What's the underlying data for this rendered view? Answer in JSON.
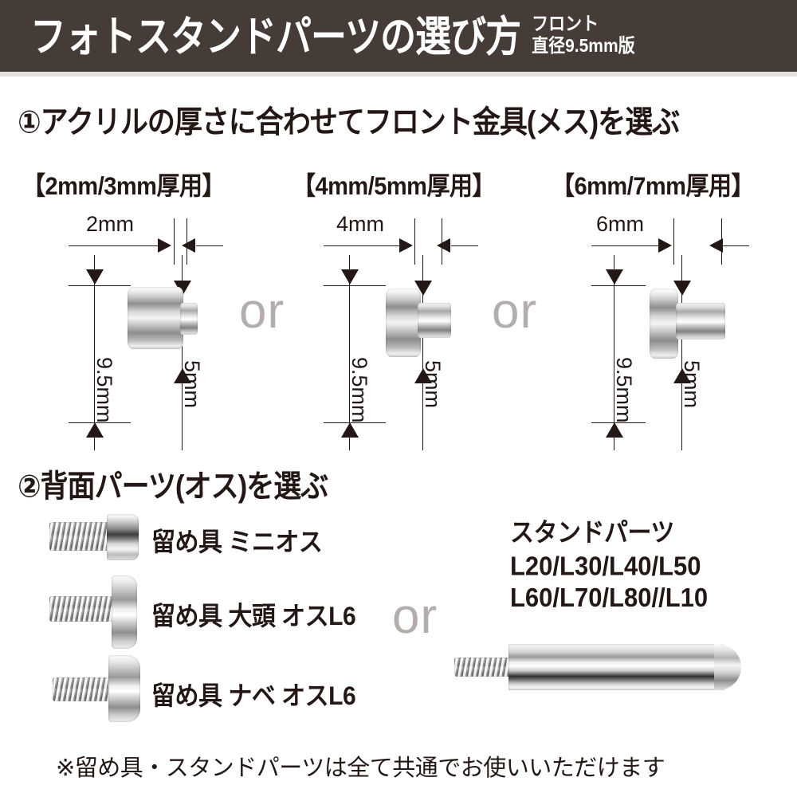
{
  "header": {
    "title": "フォトスタンドパーツの選び方",
    "badge_line1": "フロント",
    "badge_line2": "直径9.5mm版",
    "bg_color": "#453c37",
    "text_color": "#ffffff"
  },
  "step1": {
    "heading": "①アクリルの厚さに合わせてフロント金具(メス)を選ぶ",
    "or_label": "or",
    "options": [
      {
        "thickness_label": "【2mm/3mm厚用】",
        "top_dim": "2mm",
        "left_dim": "9.5mm",
        "right_dim": "5mm"
      },
      {
        "thickness_label": "【4mm/5mm厚用】",
        "top_dim": "4mm",
        "left_dim": "9.5mm",
        "right_dim": "5mm"
      },
      {
        "thickness_label": "【6mm/7mm厚用】",
        "top_dim": "6mm",
        "left_dim": "9.5mm",
        "right_dim": "5mm"
      }
    ]
  },
  "step2": {
    "heading": "②背面パーツ(オス)を選ぶ",
    "or_label": "or",
    "screws": [
      {
        "label": "留め具 ミニオス"
      },
      {
        "label": "留め具 大頭 オスL6"
      },
      {
        "label": "留め具 ナベ オスL6"
      }
    ],
    "stand": {
      "title": "スタンドパーツ",
      "codes_line1": "L20/L30/L40/L50",
      "codes_line2": "L60/L70/L80//L10"
    }
  },
  "footnote": "※留め具・スタンドパーツは全て共通でお使いいただけます"
}
